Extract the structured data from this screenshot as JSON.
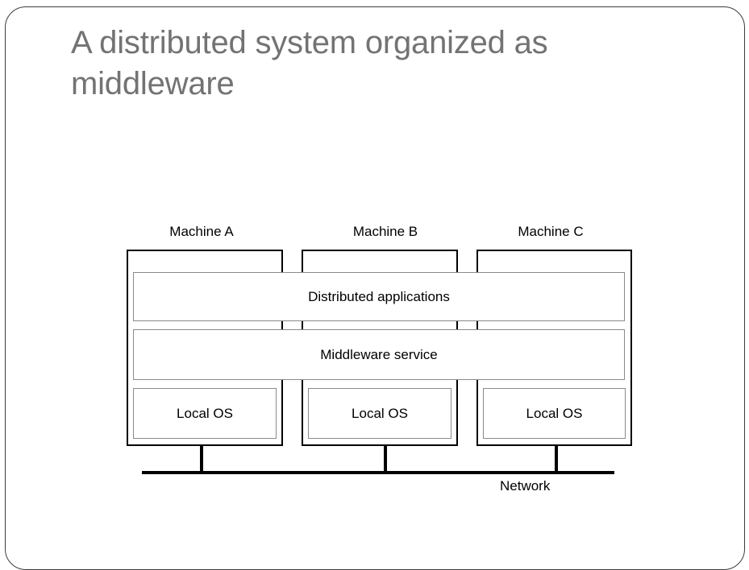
{
  "slide": {
    "title": "A distributed system organized as middleware",
    "title_color": "#737373",
    "frame_color": "#3c3c3c",
    "background": "#ffffff"
  },
  "diagram": {
    "machines": [
      {
        "label": "Machine A",
        "os_label": "Local OS"
      },
      {
        "label": "Machine B",
        "os_label": "Local OS"
      },
      {
        "label": "Machine C",
        "os_label": "Local OS"
      }
    ],
    "layers": [
      {
        "label": "Distributed applications"
      },
      {
        "label": "Middleware service"
      }
    ],
    "network": {
      "label": "Network"
    },
    "line_color": "#000000",
    "band_border_color": "#8a8a8a"
  }
}
